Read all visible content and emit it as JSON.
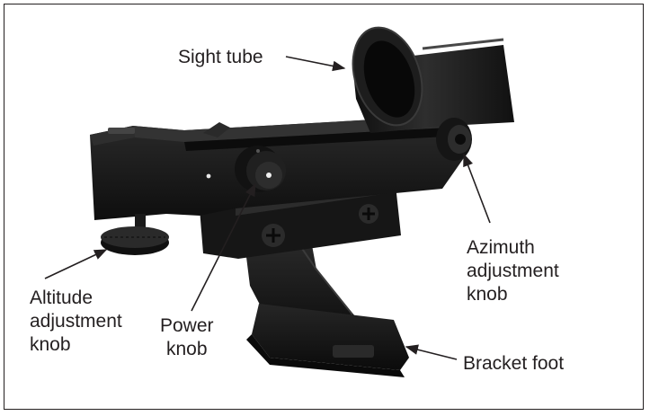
{
  "labels": {
    "sight_tube": "Sight tube",
    "altitude": [
      "Altitude",
      "adjustment",
      "knob"
    ],
    "power": [
      "Power",
      "knob"
    ],
    "azimuth": [
      "Azimuth",
      "adjustment",
      "knob"
    ],
    "bracket_foot": "Bracket foot"
  },
  "colors": {
    "body": "#1c1c1c",
    "body_dark": "#0d0d0d",
    "body_highlight": "#3a3a3a",
    "border": "#231f20",
    "text": "#231f20"
  }
}
